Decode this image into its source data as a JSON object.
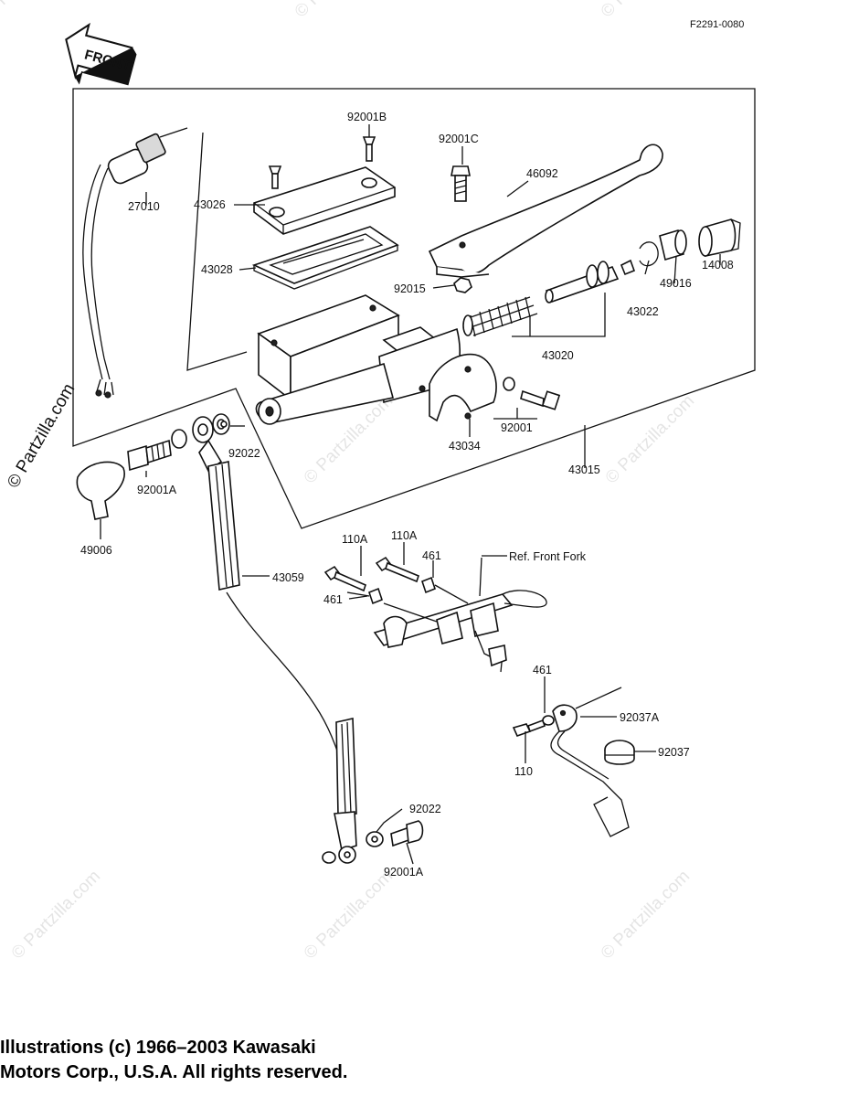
{
  "diagram_code": "F2291-0080",
  "front_label": "FRONT",
  "ref_note": "Ref. Front Fork",
  "watermark": "© Partzilla.com",
  "side_watermark": "© Partzilla.com",
  "copyright": {
    "line1": "Illustrations (c) 1966–2003 Kawasaki",
    "line2": "Motors Corp., U.S.A.  All rights reserved."
  },
  "callouts": {
    "p92001B": "92001B",
    "p92001C": "92001C",
    "p46092": "46092",
    "p27010": "27010",
    "p43026": "43026",
    "p43028": "43028",
    "p92015": "92015",
    "p49016": "49016",
    "p14008": "14008",
    "p43022": "43022",
    "p43020": "43020",
    "p92001": "92001",
    "p43034": "43034",
    "p43015": "43015",
    "p92022a": "92022",
    "p92001Aa": "92001A",
    "p49006": "49006",
    "p43059": "43059",
    "p110Aa": "110A",
    "p110Ab": "110A",
    "p461a": "461",
    "p461b": "461",
    "p461c": "461",
    "p92037A": "92037A",
    "p92037": "92037",
    "p110": "110",
    "p92022b": "92022",
    "p92001Ab": "92001A"
  }
}
